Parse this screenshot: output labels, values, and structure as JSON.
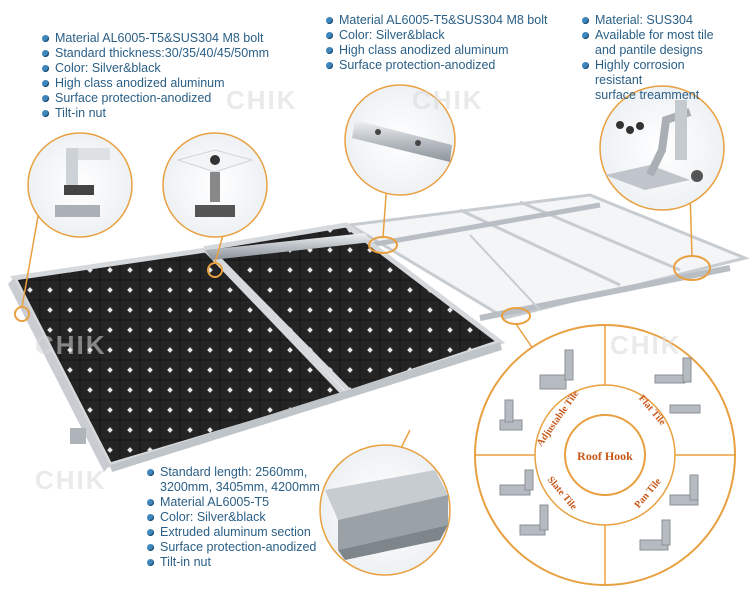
{
  "watermark": "CHIK",
  "specs": {
    "left": {
      "items": [
        "Material AL6005-T5&SUS304 M8 bolt",
        "Standard thickness:30/35/40/45/50mm",
        "Color: Silver&black",
        "High class anodized aluminum",
        "Surface protection-anodized",
        "Tilt-in nut"
      ]
    },
    "middle": {
      "items": [
        "Material AL6005-T5&SUS304 M8 bolt",
        "Color: Silver&black",
        "High class anodized aluminum",
        "Surface protection-anodized"
      ]
    },
    "right": {
      "items": [
        [
          "Material: SUS304"
        ],
        [
          "Available for most tile",
          "and pantile designs"
        ],
        [
          "Highly corrosion resistant",
          "surface treamment"
        ]
      ]
    },
    "rail": {
      "items": [
        [
          "Standard length: 2560mm,",
          "3200mm, 3405mm, 4200mm"
        ],
        [
          "Material AL6005-T5"
        ],
        [
          "Color: Silver&black"
        ],
        [
          "Extruded aluminum section"
        ],
        [
          "Surface protection-anodized"
        ],
        [
          "Tilt-in nut"
        ]
      ]
    }
  },
  "roof_hook": {
    "center": "Roof Hook",
    "segments": [
      "Adjustable Tile",
      "Flat Tile",
      "Slate Tile",
      "Pan Tile"
    ]
  },
  "colors": {
    "accent_orange": "#e8a040",
    "text_blue": "#2a5f86",
    "hub_text": "#c8581a",
    "panel_dark": "#1c1c1c",
    "frame_silver": "#cfd3d6"
  }
}
